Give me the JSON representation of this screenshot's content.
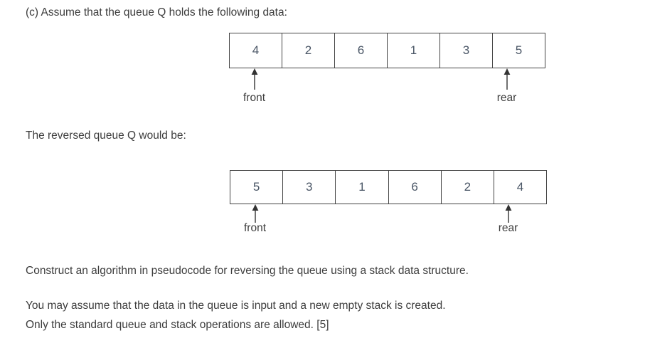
{
  "document": {
    "intro_text": "(c) Assume that the queue Q holds the following data:",
    "reversed_text": "The reversed queue Q would be:",
    "task_text": "Construct an algorithm in pseudocode for reversing the queue using a stack data structure.",
    "assume_line1": "You may assume that the data in the queue is input and a new empty stack is created.",
    "assume_line2": "Only the standard queue and stack operations are allowed. [5]"
  },
  "colors": {
    "background": "#ffffff",
    "body_text": "#3d3d3d",
    "cell_text": "#4a5666",
    "cell_border": "#444444",
    "arrow": "#333333"
  },
  "original_queue": {
    "cells": [
      "4",
      "2",
      "6",
      "1",
      "3",
      "5"
    ],
    "front_label": "front",
    "rear_label": "rear",
    "front_index": 0,
    "rear_index": 5
  },
  "reversed_queue": {
    "cells": [
      "5",
      "3",
      "1",
      "6",
      "2",
      "4"
    ],
    "front_label": "front",
    "rear_label": "rear",
    "front_index": 0,
    "rear_index": 5
  }
}
